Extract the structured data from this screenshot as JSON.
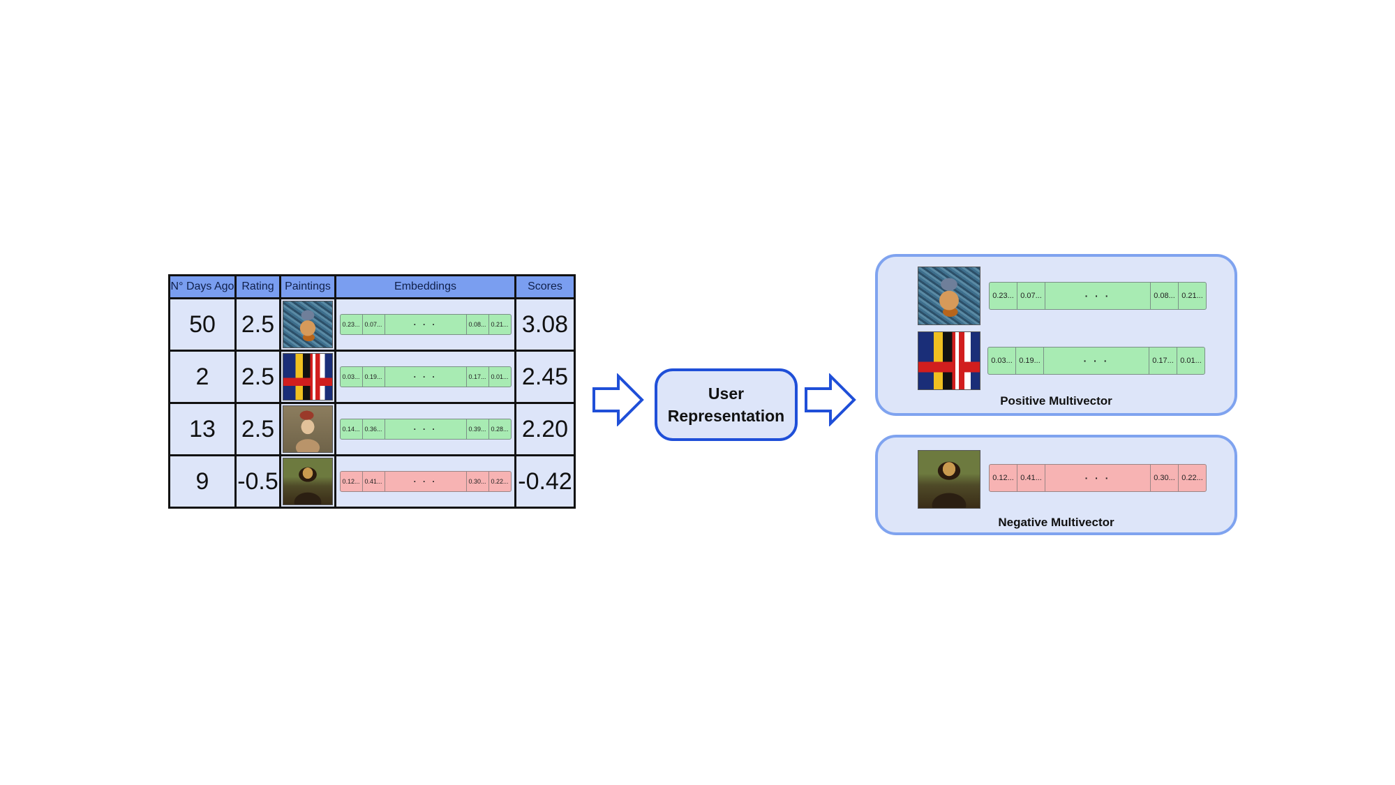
{
  "table": {
    "headers": [
      "N° Days Ago",
      "Rating",
      "Paintings",
      "Embeddings",
      "Scores"
    ],
    "rows": [
      {
        "days": "50",
        "rating": "2.5",
        "painting": "van-gogh-self-portrait",
        "embedding": [
          "0.23...",
          "0.07...",
          "· · ·",
          "0.08...",
          "0.21..."
        ],
        "sign": "positive",
        "score": "3.08"
      },
      {
        "days": "2",
        "rating": "2.5",
        "painting": "leger-composition",
        "embedding": [
          "0.03...",
          "0.19...",
          "· · ·",
          "0.17...",
          "0.01..."
        ],
        "sign": "positive",
        "score": "2.45"
      },
      {
        "days": "13",
        "rating": "2.5",
        "painting": "woman-with-red-hat",
        "embedding": [
          "0.14...",
          "0.36...",
          "· · ·",
          "0.39...",
          "0.28..."
        ],
        "sign": "positive",
        "score": "2.20"
      },
      {
        "days": "9",
        "rating": "-0.5",
        "painting": "mona-lisa",
        "embedding": [
          "0.12...",
          "0.41...",
          "· · ·",
          "0.30...",
          "0.22..."
        ],
        "sign": "negative",
        "score": "-0.42"
      }
    ]
  },
  "user_representation": {
    "line1": "User",
    "line2": "Representation"
  },
  "positive": {
    "title": "Positive Multivector",
    "items": [
      {
        "painting": "van-gogh-self-portrait",
        "embedding": [
          "0.23...",
          "0.07...",
          "· · ·",
          "0.08...",
          "0.21..."
        ]
      },
      {
        "painting": "leger-composition",
        "embedding": [
          "0.03...",
          "0.19...",
          "· · ·",
          "0.17...",
          "0.01..."
        ]
      }
    ]
  },
  "negative": {
    "title": "Negative Multivector",
    "items": [
      {
        "painting": "mona-lisa",
        "embedding": [
          "0.12...",
          "0.41...",
          "· · ·",
          "0.30...",
          "0.22..."
        ]
      }
    ]
  },
  "colors": {
    "positive_bar": "#a8ebb3",
    "negative_bar": "#f7b3b3",
    "header": "#7a9ef0",
    "panel_bg": "#dde5f9",
    "arrow": "#1f4fd8"
  }
}
